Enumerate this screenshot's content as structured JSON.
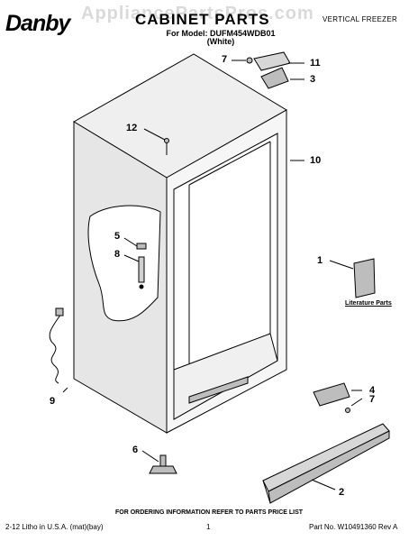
{
  "header": {
    "brand": "Danby",
    "title": "CABINET PARTS",
    "model_line": "For Model: DUFM454WDB01",
    "color_line": "(White)",
    "product_type": "VERTICAL FREEZER",
    "watermark": "AppliancePartsPros.com"
  },
  "callouts": {
    "c1": "1",
    "c2": "2",
    "c3": "3",
    "c4": "4",
    "c5": "5",
    "c6": "6",
    "c7a": "7",
    "c7b": "7",
    "c8": "8",
    "c9": "9",
    "c10": "10",
    "c11": "11",
    "c12": "12"
  },
  "literature_label": "Literature Parts",
  "footer": {
    "ordering": "FOR ORDERING INFORMATION REFER TO PARTS PRICE LIST",
    "litho": "2-12 Litho in U.S.A. (mat)(bay)",
    "page": "1",
    "part_no": "Part No. W10491360 Rev A"
  },
  "colors": {
    "line": "#000000",
    "panel": "#e6e6e6",
    "dark_panel": "#bdbdbd",
    "watermark": "#969696"
  }
}
